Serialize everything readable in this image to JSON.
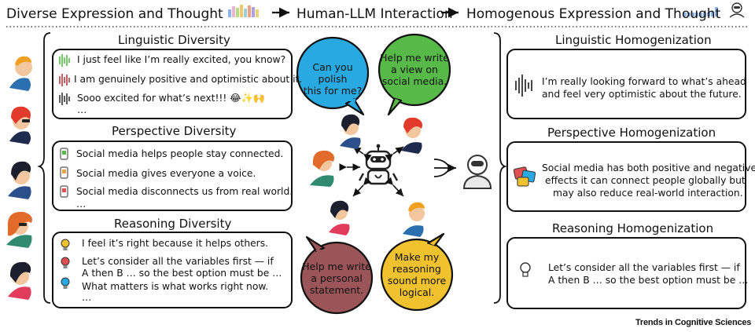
{
  "header": {
    "stage1": "Diverse Expression and Thought",
    "stage2": "Human-LLM Interaction",
    "stage3": "Homogenous Expression and Thought"
  },
  "left": {
    "linguistic": {
      "title": "Linguistic Diversity",
      "lines": [
        "I just feel like I’m really excited, you know?",
        "I am genuinely positive and optimistic about it.",
        "Sooo excited for what’s next!!! 😂✨🙌",
        "…"
      ]
    },
    "perspective": {
      "title": "Perspective Diversity",
      "lines": [
        "Social media helps people stay connected.",
        "Social media gives everyone a voice.",
        "Social media disconnects us from real world.",
        "…"
      ]
    },
    "reasoning": {
      "title": "Reasoning Diversity",
      "lines": [
        "I feel it’s right because it helps others.",
        "Let’s consider all the variables first — if",
        "A then B … so the best option must be …",
        "What matters is what works right now.",
        "…"
      ]
    }
  },
  "middle": {
    "bubbles": [
      {
        "lines": [
          "Can you polish",
          "this for me?"
        ],
        "color": "#29a9e1"
      },
      {
        "lines": [
          "Help me write",
          "a view on",
          "social media."
        ],
        "color": "#57b947"
      },
      {
        "lines": [
          "Help me write",
          "a personal",
          "statement."
        ],
        "color": "#9b5559"
      },
      {
        "lines": [
          "Make my",
          "reasoning",
          "sound more",
          "logical."
        ],
        "color": "#f2c22e"
      }
    ]
  },
  "right": {
    "linguistic": {
      "title": "Linguistic Homogenization",
      "lines": [
        "I’m really looking forward to what’s ahead",
        "and feel very optimistic about the future."
      ]
    },
    "perspective": {
      "title": "Perspective Homogenization",
      "lines": [
        "Social media has both positive and negative",
        "effects it can connect people globally but",
        "may also reduce real-world interaction."
      ]
    },
    "reasoning": {
      "title": "Reasoning Homogenization",
      "lines": [
        "Let’s consider all the variables first — if",
        "A then B … so the best option must be …"
      ]
    }
  },
  "source": "Trends in Cognitive Sciences",
  "colors": {
    "skin": "#f2c7a0",
    "dark_hair": "#1c1f2e",
    "red_hair": "#e23b2b",
    "navy": "#1e2b4f",
    "wave_green": "#57b947",
    "wave_red": "#b23a3a",
    "wave_dark": "#333333"
  }
}
